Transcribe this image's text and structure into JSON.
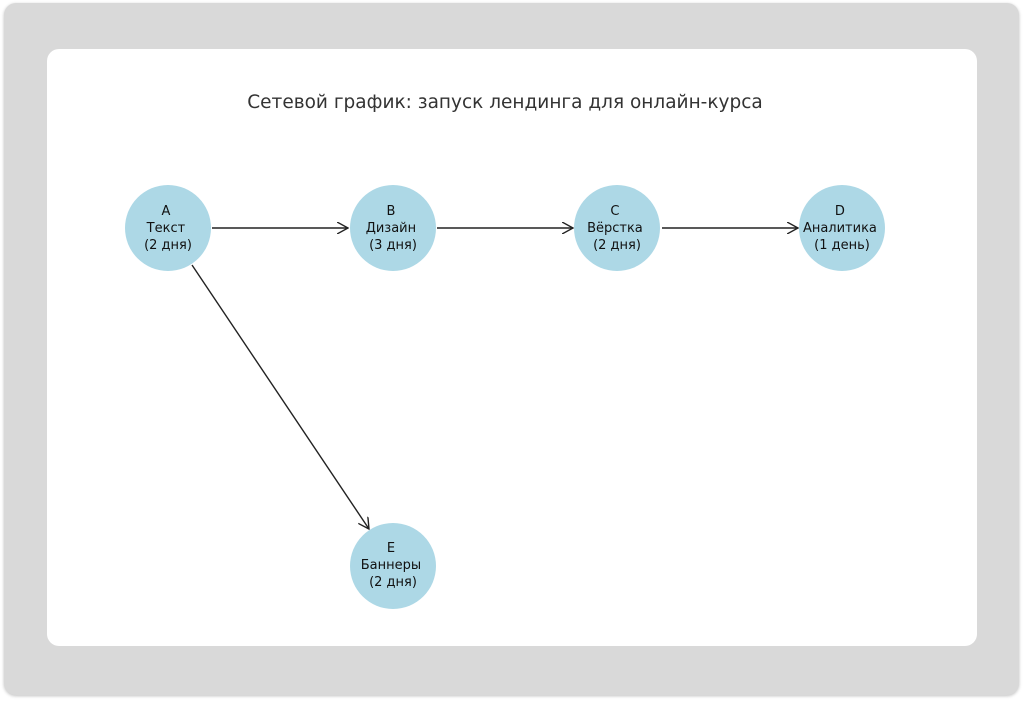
{
  "diagram": {
    "title": "Сетевой график: запуск лендинга для онлайн-курса",
    "node_color": "#add8e6",
    "edge_color": "#222222",
    "nodes": [
      {
        "id": "A",
        "name": "Текст",
        "duration": "(2 дня)"
      },
      {
        "id": "B",
        "name": "Дизайн",
        "duration": "(3 дня)"
      },
      {
        "id": "C",
        "name": "Вёрстка",
        "duration": "(2 дня)"
      },
      {
        "id": "D",
        "name": "Аналитика",
        "duration": "(1 день)"
      },
      {
        "id": "E",
        "name": "Баннеры",
        "duration": "(2 дня)"
      }
    ],
    "edges": [
      {
        "from": "A",
        "to": "B"
      },
      {
        "from": "B",
        "to": "C"
      },
      {
        "from": "C",
        "to": "D"
      },
      {
        "from": "A",
        "to": "E"
      }
    ]
  }
}
